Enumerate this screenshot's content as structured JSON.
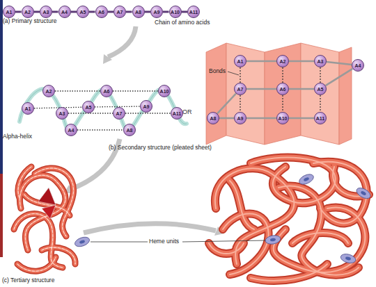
{
  "diagram": {
    "nodes": [
      {
        "text": [
          "A1"
        ]
      },
      {
        "text": [
          "A2"
        ]
      },
      {
        "text": [
          "A3"
        ]
      },
      {
        "text": [
          "A4"
        ]
      },
      {
        "text": [
          "A5"
        ]
      },
      {
        "text": [
          "A6"
        ]
      },
      {
        "text": [
          "A7"
        ]
      },
      {
        "text": [
          "A8"
        ]
      },
      {
        "text": [
          "A9"
        ]
      },
      {
        "text": [
          "A10"
        ]
      },
      {
        "text": [
          "A11"
        ]
      },
      {
        "text": [
          "A1"
        ]
      },
      {
        "text": [
          "A2"
        ]
      },
      {
        "text": [
          "A3"
        ]
      },
      {
        "text": [
          "A4"
        ]
      },
      {
        "text": [
          "A5"
        ]
      },
      {
        "text": [
          "A6"
        ]
      },
      {
        "text": [
          "A7"
        ]
      },
      {
        "text": [
          "A8"
        ]
      },
      {
        "text": [
          "A9"
        ]
      },
      {
        "text": [
          "A10"
        ]
      },
      {
        "text": [
          "A11"
        ]
      },
      {
        "text": [
          "A1"
        ]
      },
      {
        "text": [
          "A2"
        ]
      },
      {
        "text": [
          "A3"
        ]
      },
      {
        "text": [
          "A4"
        ]
      },
      {
        "text": [
          "A5"
        ]
      },
      {
        "text": [
          "A6"
        ]
      },
      {
        "text": [
          "A7"
        ]
      },
      {
        "text": [
          "A8"
        ]
      },
      {
        "text": [
          "A9"
        ]
      },
      {
        "text": [
          "A10"
        ]
      },
      {
        "text": [
          "A11"
        ]
      }
    ],
    "edges": [
      {
        "from": 0,
        "to": 1,
        "arrow": "none"
      },
      {
        "from": 1,
        "to": 2,
        "arrow": "none"
      },
      {
        "from": 2,
        "to": 3,
        "arrow": "none"
      },
      {
        "from": 3,
        "to": 4,
        "arrow": "none"
      },
      {
        "from": 4,
        "to": 5,
        "arrow": "none"
      },
      {
        "from": 5,
        "to": 6,
        "arrow": "none"
      },
      {
        "from": 6,
        "to": 7,
        "arrow": "none"
      },
      {
        "from": 7,
        "to": 8,
        "arrow": "none"
      },
      {
        "from": 8,
        "to": 9,
        "arrow": "none"
      },
      {
        "from": 9,
        "to": 10,
        "arrow": "none"
      },
      {
        "from": 12,
        "to": 16,
        "arrow": "none"
      },
      {
        "from": 16,
        "to": 20,
        "arrow": "none"
      },
      {
        "from": 11,
        "to": 15,
        "arrow": "none"
      },
      {
        "from": 15,
        "to": 19,
        "arrow": "none"
      },
      {
        "from": 13,
        "to": 17,
        "arrow": "none"
      },
      {
        "from": 17,
        "to": 21,
        "arrow": "none"
      },
      {
        "from": 14,
        "to": 18,
        "arrow": "none"
      },
      {
        "from": 22,
        "to": 23,
        "arrow": "none"
      },
      {
        "from": 23,
        "to": 24,
        "arrow": "none"
      },
      {
        "from": 24,
        "to": 25,
        "arrow": "none"
      },
      {
        "from": 25,
        "to": 26,
        "arrow": "none"
      },
      {
        "from": 26,
        "to": 27,
        "arrow": "none"
      },
      {
        "from": 27,
        "to": 28,
        "arrow": "none"
      },
      {
        "from": 28,
        "to": 29,
        "arrow": "none"
      },
      {
        "from": 29,
        "to": 30,
        "arrow": "none"
      },
      {
        "from": 30,
        "to": 31,
        "arrow": "none"
      },
      {
        "from": 31,
        "to": 32,
        "arrow": "none"
      },
      {
        "from": 22,
        "to": 28,
        "arrow": "none"
      },
      {
        "from": 23,
        "to": 27,
        "arrow": "none"
      },
      {
        "from": 24,
        "to": 26,
        "arrow": "none"
      },
      {
        "from": 28,
        "to": 30,
        "arrow": "none"
      },
      {
        "from": 27,
        "to": 31,
        "arrow": "none"
      },
      {
        "from": 26,
        "to": 32,
        "arrow": "none"
      }
    ],
    "labels": [
      "(a) Primary structure",
      "Chain of amino acids",
      "Alpha-helix",
      "OR",
      "Bonds",
      "(b) Secondary structure (pleated sheet)",
      "Heme units",
      "(c) Tertiary structure"
    ]
  }
}
